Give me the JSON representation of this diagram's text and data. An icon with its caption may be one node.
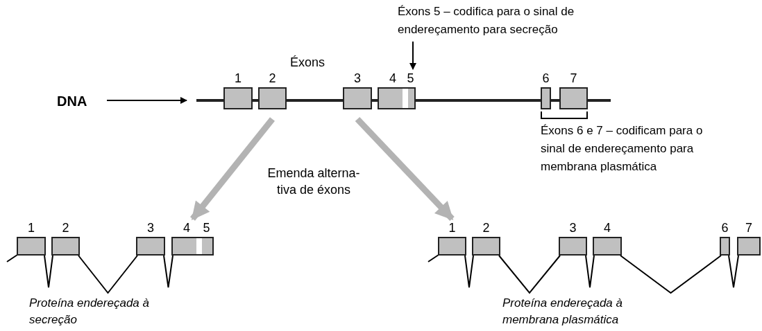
{
  "diagram": {
    "nodes": [
      {
        "text": [
          "DNA"
        ]
      },
      {
        "text": [],
        "shape": "bar"
      },
      {
        "text": [
          "1"
        ]
      },
      {
        "text": [
          "2"
        ]
      },
      {
        "text": [
          "3"
        ]
      },
      {
        "text": [
          "4",
          "5"
        ]
      },
      {
        "text": [
          "6"
        ]
      },
      {
        "text": [
          "7"
        ]
      },
      {
        "text": [
          "Éxons 5 – codifica para o sinal de endereçamento para secreção"
        ]
      },
      {
        "text": [
          "1"
        ]
      },
      {
        "text": [
          "2"
        ]
      },
      {
        "text": [
          "3"
        ]
      },
      {
        "text": [
          "4",
          "5"
        ]
      },
      {
        "text": [
          "1"
        ]
      },
      {
        "text": [
          "2"
        ]
      },
      {
        "text": [
          "3"
        ]
      },
      {
        "text": [
          "4"
        ]
      },
      {
        "text": [
          "6"
        ]
      },
      {
        "text": [
          "7"
        ]
      }
    ],
    "edges": [
      {
        "from": 0,
        "to": 1,
        "arrow": "to"
      },
      {
        "from": 8,
        "to": 5,
        "arrow": "to"
      },
      {
        "from": 3,
        "to": 12,
        "arrow": "to",
        "style": "thick",
        "color": "#b3b3b3"
      },
      {
        "from": 4,
        "to": 13,
        "arrow": "to",
        "style": "thick",
        "color": "#b3b3b3"
      },
      {
        "from": 9,
        "to": 10,
        "arrow": "none"
      },
      {
        "from": 10,
        "to": 11,
        "arrow": "none"
      },
      {
        "from": 11,
        "to": 12,
        "arrow": "none"
      },
      {
        "from": 13,
        "to": 14,
        "arrow": "none"
      },
      {
        "from": 14,
        "to": 15,
        "arrow": "none"
      },
      {
        "from": 15,
        "to": 16,
        "arrow": "none"
      },
      {
        "from": 16,
        "to": 17,
        "arrow": "none"
      },
      {
        "from": 17,
        "to": 18,
        "arrow": "none"
      }
    ],
    "labels": [
      "Éxons",
      "Emenda alterna- tiva de éxons",
      "Éxons 6 e 7 – codificam para o sinal de endereçamento para membrana plasmática",
      "Proteína endereçada à secreção",
      "Proteína endereçada à membrana plasmática"
    ]
  }
}
